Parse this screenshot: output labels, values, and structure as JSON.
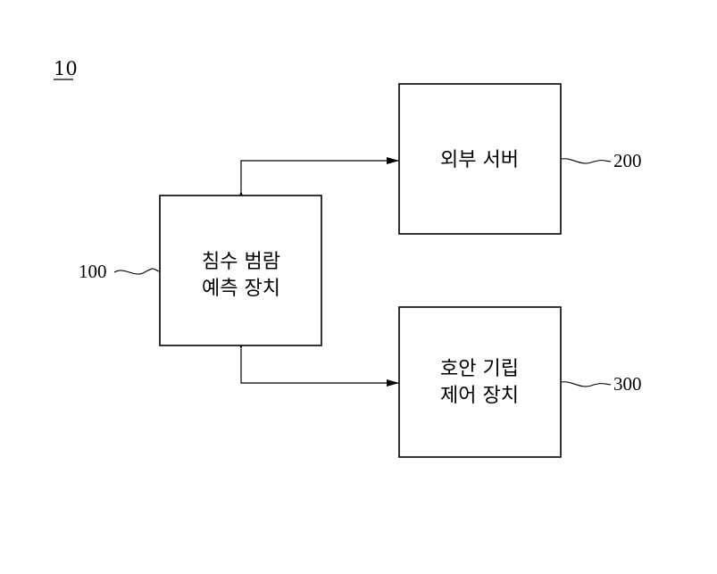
{
  "figure": {
    "label": "10"
  },
  "blocks": {
    "prediction_device": {
      "line1": "침수 범람",
      "line2": "예측 장치",
      "ref": "100"
    },
    "external_server": {
      "line1": "외부 서버",
      "ref": "200"
    },
    "seawall_control": {
      "line1": "호안 기립",
      "line2": "제어 장치",
      "ref": "300"
    }
  }
}
